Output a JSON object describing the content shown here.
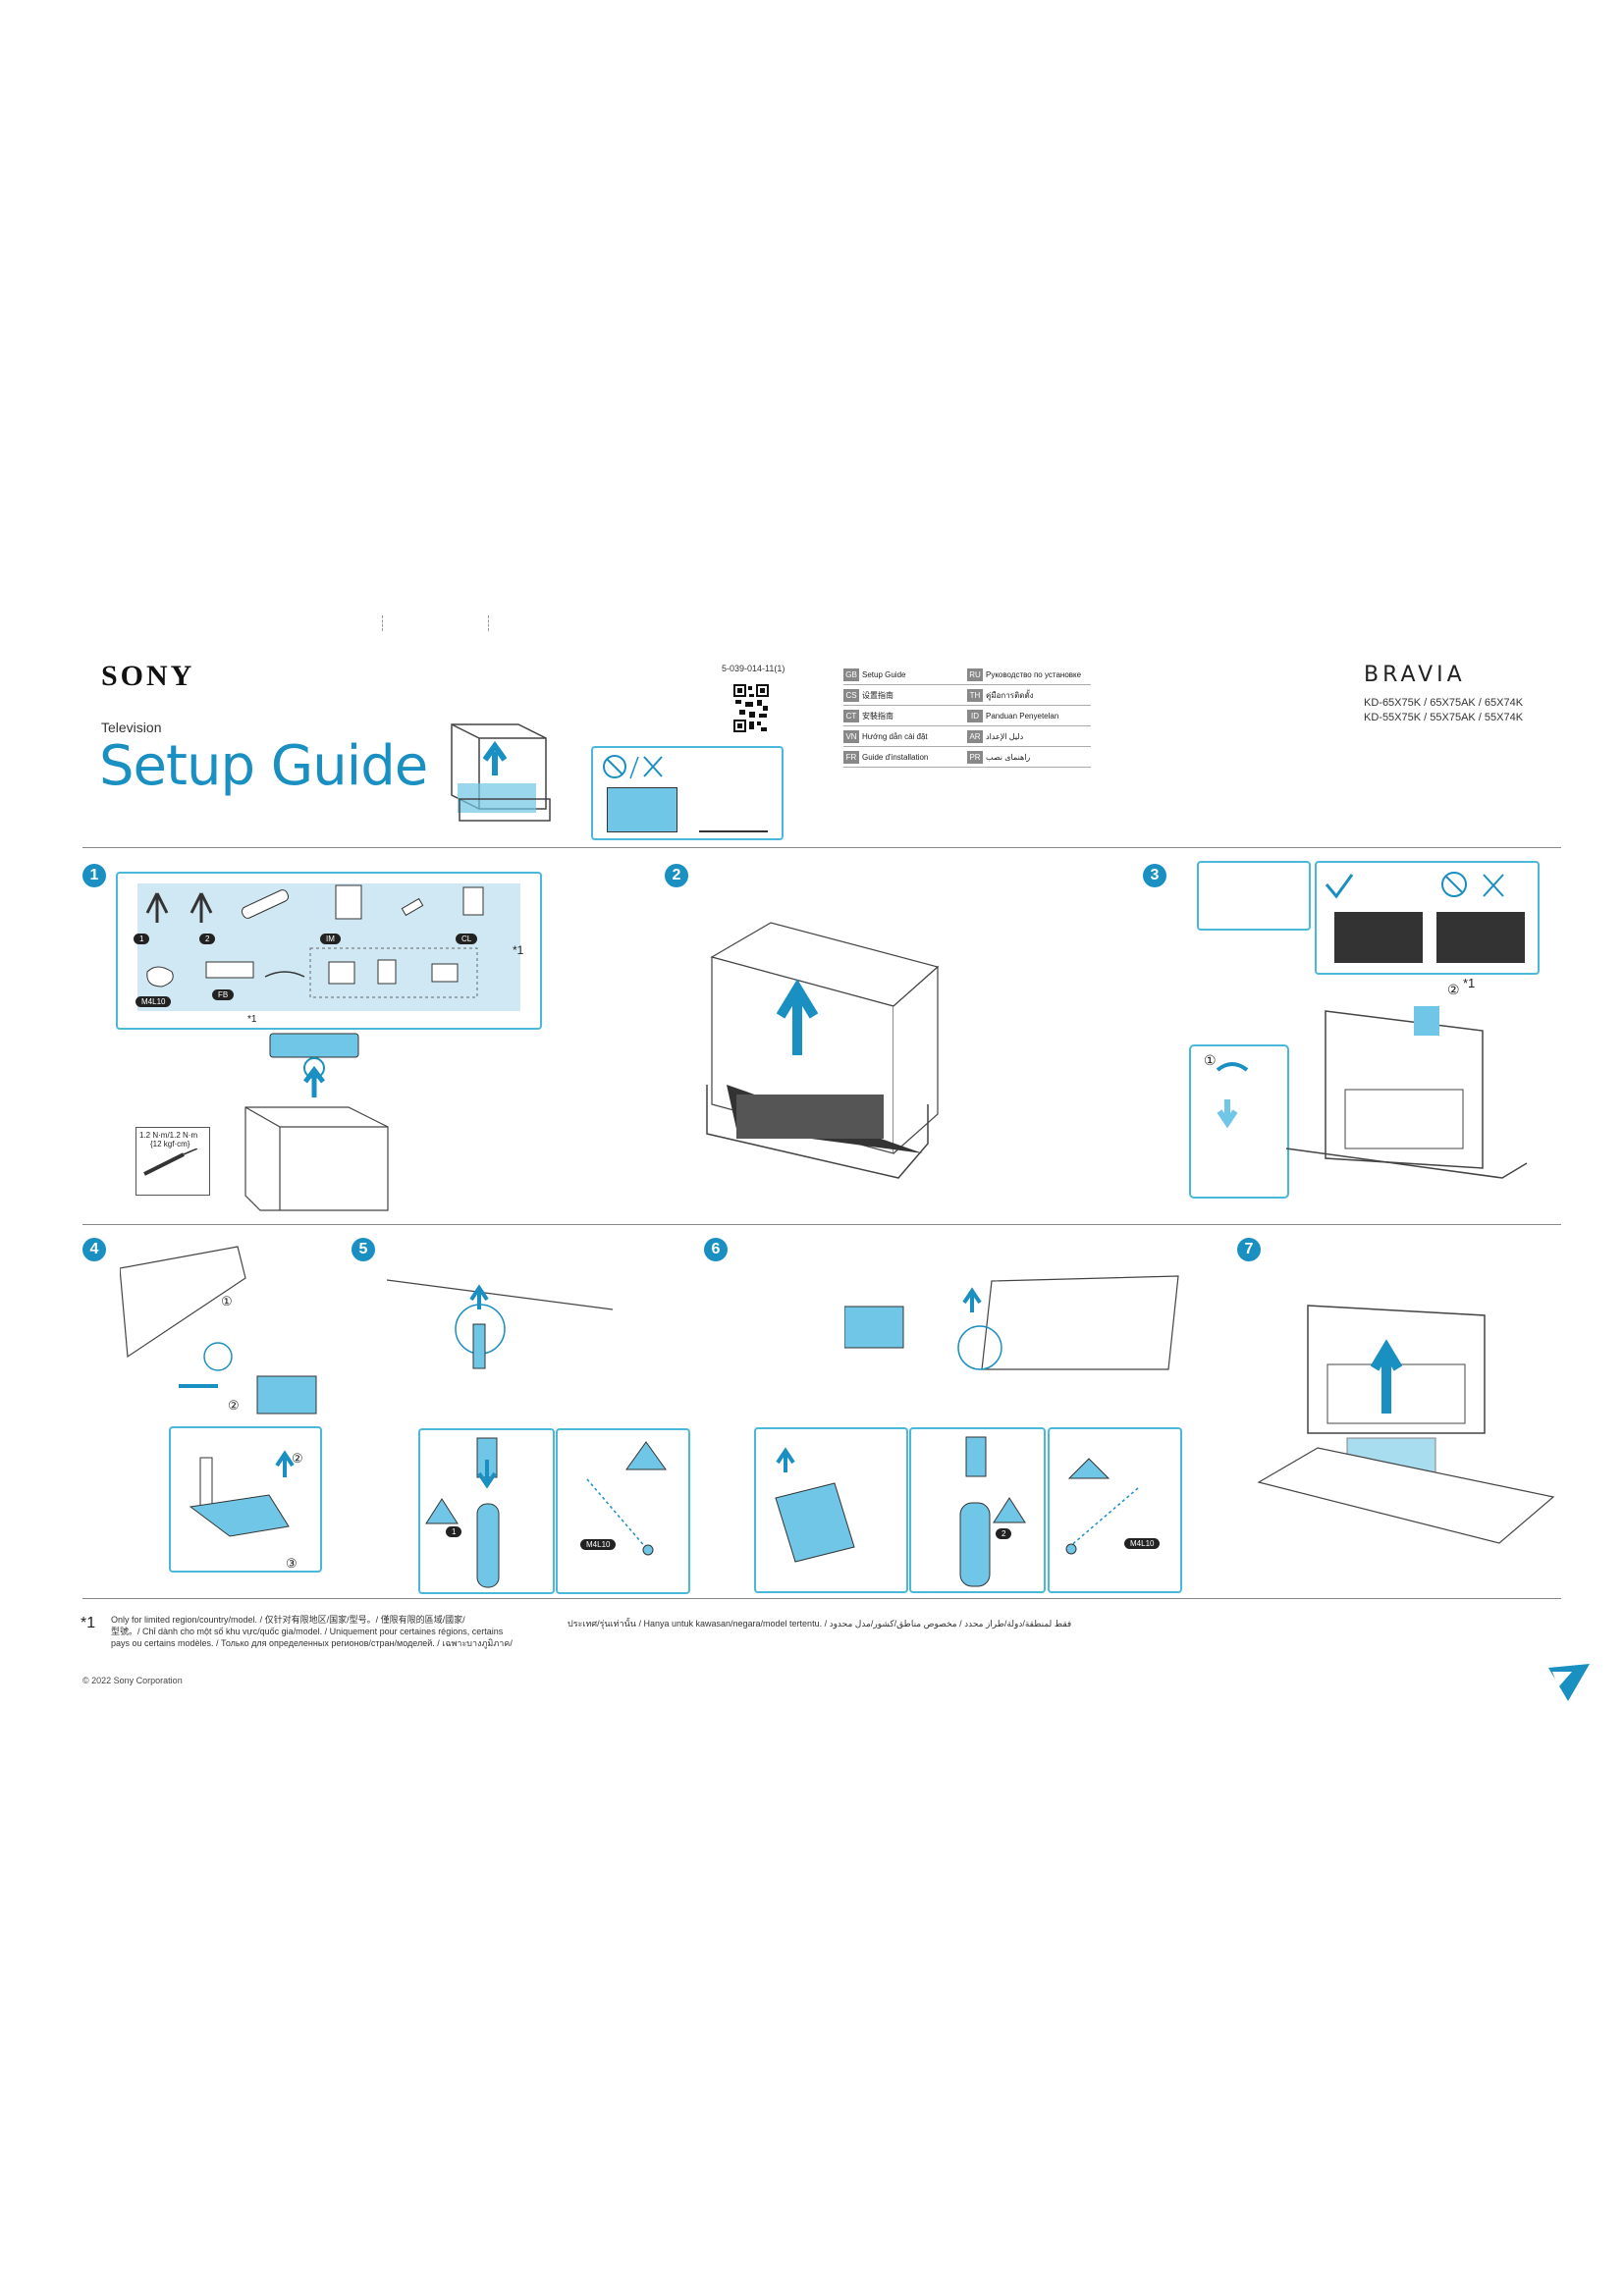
{
  "header": {
    "brand_logo": "SONY",
    "product": "Television",
    "title": "Setup Guide",
    "doc_number": "5-039-014-11(1)",
    "series_logo": "BRAVIA",
    "models_line1": "KD-65X75K / 65X75AK / 65X74K",
    "models_line2": "KD-55X75K / 55X75AK / 55X74K"
  },
  "languages": [
    {
      "code": "GB",
      "name": "Setup Guide"
    },
    {
      "code": "RU",
      "name": "Руководство по установке"
    },
    {
      "code": "CS",
      "name": "设置指南"
    },
    {
      "code": "TH",
      "name": "คู่มือการติดตั้ง"
    },
    {
      "code": "CT",
      "name": "安裝指南"
    },
    {
      "code": "ID",
      "name": "Panduan Penyetelan"
    },
    {
      "code": "VN",
      "name": "Hướng dẫn cài đặt"
    },
    {
      "code": "AR",
      "name": "دليل الإعداد"
    },
    {
      "code": "FR",
      "name": "Guide d'installation"
    },
    {
      "code": "PR",
      "name": "راهنمای نصب"
    }
  ],
  "steps": [
    "1",
    "2",
    "3",
    "4",
    "5",
    "6",
    "7"
  ],
  "step1": {
    "labels": [
      "1",
      "2",
      "IM",
      "CL",
      "M4L10",
      "FB"
    ],
    "note_mark": "*1",
    "torque": "1.2 N·m/1.2 N·m",
    "torque_sub": "{12 kgf·cm}"
  },
  "step3": {
    "sub1": "①",
    "sub2": "②",
    "note_mark": "*1"
  },
  "step4": {
    "sub1": "①",
    "sub2": "②",
    "sub3": "③"
  },
  "step5": {
    "part": "1",
    "screw": "M4L10"
  },
  "step6": {
    "part": "2",
    "screw": "M4L10"
  },
  "footnote": {
    "mark": "*1",
    "line1": "Only for limited region/country/model. / 仅针对有限地区/国家/型号。/ 僅限有限的區域/國家/",
    "line2": "型號。/ Chỉ dành cho một số khu vực/quốc gia/model. / Uniquement pour certaines régions, certains",
    "line3": "pays ou certains modèles. / Только для определенных регионов/стран/моделей. / เฉพาะบางภูมิภาค/",
    "line4": "ประเทศ/รุ่นเท่านั้น / Hanya untuk kawasan/negara/model tertentu. / فقط لمنطقة/دولة/طراز محدد / مخصوص مناطق/کشور/مدل محدود"
  },
  "copyright": "© 2022 Sony Corporation"
}
